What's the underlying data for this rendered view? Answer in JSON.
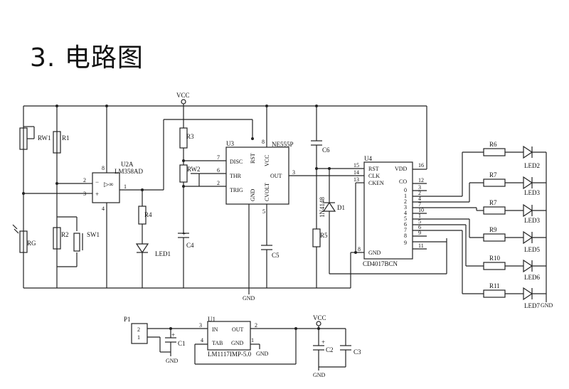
{
  "heading": {
    "number": "3.",
    "title": "电路图"
  },
  "labels": {
    "vcc": "VCC",
    "gnd": "GND",
    "rw1": "RW1",
    "r1": "R1",
    "rg": "RG",
    "r2": "R2",
    "sw1": "SW1",
    "u2a": "U2A",
    "lm358": "LM358AD",
    "r4": "R4",
    "led1": "LED1",
    "r3": "R3",
    "rw2": "RW2",
    "c4": "C4",
    "u3": "U3",
    "ne555": "NE555P",
    "disc": "DISC",
    "rst": "RST",
    "vcc_pin": "VCC",
    "thr": "THR",
    "trig": "TRIG",
    "gnd_pin": "GND",
    "cvolt": "CVOLT",
    "out": "OUT",
    "c5": "C5",
    "c6": "C6",
    "d1": "D1",
    "d1_part": "1N4148",
    "r5": "R5",
    "u4": "U4",
    "cd4017": "CD4017BCN",
    "p_rst": "RST",
    "p_clk": "CLK",
    "p_cken": "CKEN",
    "p_gnd": "GND",
    "p_vdd": "VDD",
    "p_co": "CO",
    "r6": "R6",
    "r7a": "R7",
    "r7b": "R7",
    "r9": "R9",
    "r10": "R10",
    "r11": "R11",
    "led2": "LED2",
    "led3a": "LED3",
    "led3b": "LED3",
    "led5": "LED5",
    "led6": "LED6",
    "led7": "LED7",
    "p1": "P1",
    "u1": "U1",
    "in": "IN",
    "out2": "OUT",
    "tab": "TAB",
    "gnd2": "GND",
    "lm1117": "LM1117IMP-5.0",
    "c1": "C1",
    "c2": "C2",
    "c3": "C3",
    "pin_8": "8",
    "pin_4": "4",
    "pin_2": "2",
    "pin_3": "3",
    "pin_1": "1",
    "pin_7": "7",
    "pin_6": "6",
    "pin_5": "5",
    "pin_15": "15",
    "pin_14": "14",
    "pin_13": "13",
    "pin_16": "16",
    "pin_12": "12",
    "pin_0": "0",
    "pin_9": "9",
    "pin_10": "10",
    "pin_11": "11",
    "plus": "+",
    "minus": "−",
    "inf": "∞",
    "ptr": "▷∞"
  }
}
